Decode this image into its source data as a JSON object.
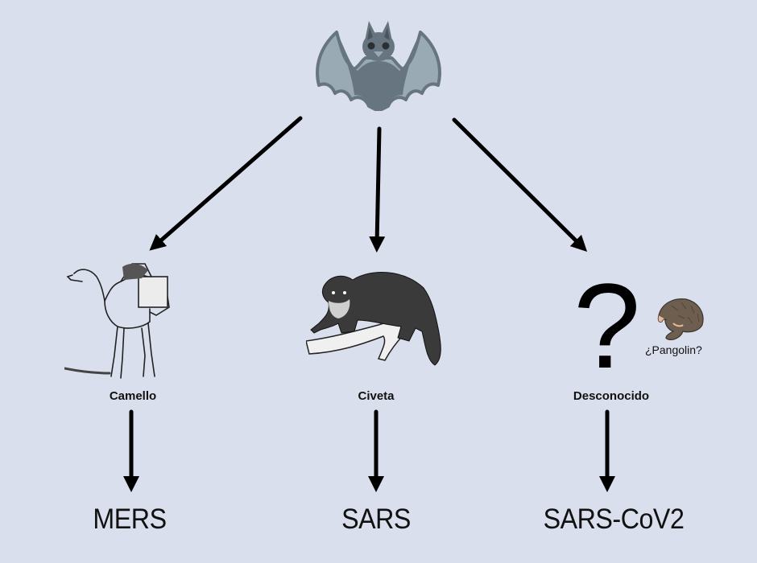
{
  "diagram": {
    "root": {
      "name": "bat",
      "icon": "bat-icon",
      "colors": {
        "body": "#66757f",
        "wing": "#99aab5",
        "ear_inner": "#4a555c",
        "eyes": "#292f33"
      }
    },
    "hosts": [
      {
        "label": "Camello",
        "icon": "camel-illustration",
        "disease": "MERS"
      },
      {
        "label": "Civeta",
        "icon": "civet-illustration",
        "disease": "SARS"
      },
      {
        "label": "Desconocido",
        "icon": "question-mark-icon",
        "disease": "SARS-CoV2",
        "question_mark": "?",
        "note": "¿Pangolin?",
        "note_icon": "pangolin-illustration"
      }
    ]
  },
  "colors": {
    "background": "#d9dfec",
    "arrow": "#000000",
    "text": "#111111"
  }
}
